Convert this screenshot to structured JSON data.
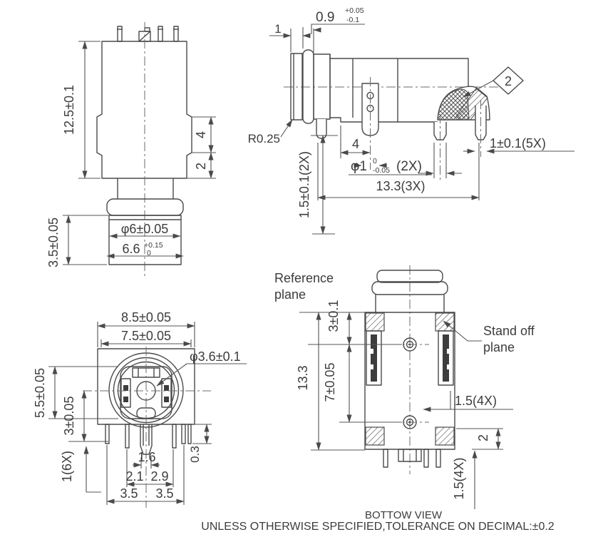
{
  "colors": {
    "line": "#4a4a4a",
    "text": "#3c3c3c",
    "background": "#ffffff",
    "hatch": "#555555"
  },
  "side_view": {
    "body_height": "12.5±0.1",
    "wing_height": "4",
    "wing_offset": "2",
    "barrel_length": "3.5±0.05",
    "barrel_dia": "φ6±0.05",
    "barrel_outer": {
      "value": "6.6",
      "tol_up": "+0.15",
      "tol_dn": "0"
    }
  },
  "profile_view": {
    "ring1": "1",
    "ring2": {
      "value": "0.9",
      "tol_up": "+0.05",
      "tol_dn": "-0.1"
    },
    "radius": "R0.25",
    "pin_offset": "4",
    "pin_dia": {
      "value": "φ1",
      "tol_up": "0",
      "tol_dn": "-0.05",
      "suffix": "(2X)"
    },
    "standoff": "1.5±0.1(2X)",
    "length": "13.3(3X)",
    "pin_width": "1±0.1(5X)",
    "balloon": "2"
  },
  "front_view": {
    "flange_width": "8.5±0.05",
    "inner_width": "7.5±0.05",
    "center_dia": "φ3.6±0.1",
    "height": "5.5±0.05",
    "center_offset": "3±0.05",
    "pin_width": "1(6X)",
    "pin_gap": "0.3",
    "pin_16": "1.6",
    "pin_21": "2.1",
    "pin_29": "2.9",
    "pin_35_left": "3.5",
    "pin_35_right": "3.5"
  },
  "bottom_view": {
    "reference_plane_1": "Reference",
    "reference_plane_2": "plane",
    "standoff_plane_1": "Stand off",
    "standoff_plane_2": "plane",
    "height": "13.3",
    "hole_offset": "3±0.1",
    "hole_pitch": "7±0.05",
    "slot": "1.5(4X)",
    "edge": "2",
    "pin_standoff": "1.5(4X)",
    "title": "BOTTOW VIEW"
  },
  "footer": {
    "note": "UNLESS OTHERWISE SPECIFIED,TOLERANCE ON DECIMAL:±0.2"
  }
}
